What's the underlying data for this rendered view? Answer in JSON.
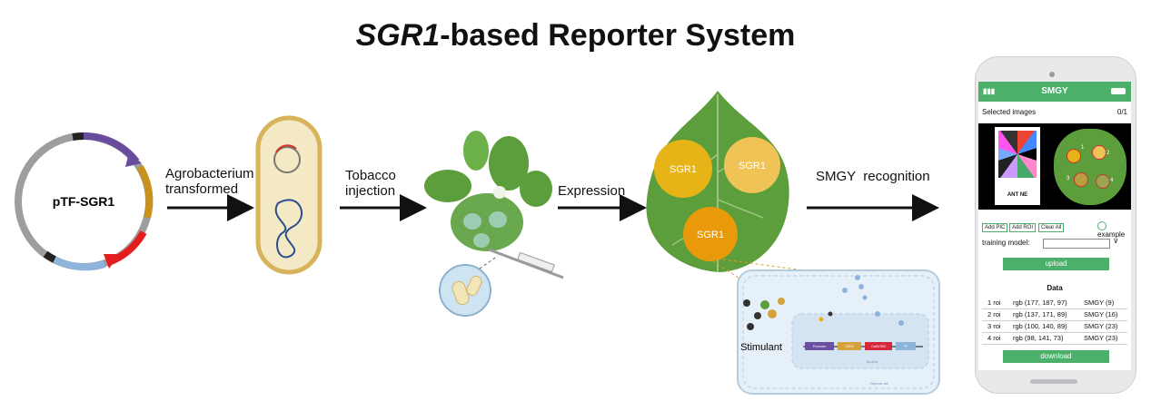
{
  "title": {
    "italic": "SGR1",
    "rest": "-based Reporter System"
  },
  "plasmid": {
    "label": "pTF-SGR1"
  },
  "steps": {
    "step1": "Agrobacterium\ntransformed",
    "step2": "Tobacco\ninjection",
    "step3": "Expression",
    "step4": "SMGY  recognition"
  },
  "leaf_spots": [
    "SGR1",
    "SGR1",
    "SGR1"
  ],
  "inset": {
    "stimulant": "Stimulant",
    "gene_labels": [
      "Promoter",
      "SGR1",
      "CaMV35S",
      "TF"
    ],
    "nucleus": "Nucleus",
    "cell": "Reporter cell"
  },
  "app": {
    "name": "SMGY",
    "selected_label": "Selected images",
    "count": "0/1",
    "card_text": "ANT  NE",
    "roi_numbers": [
      "1",
      "2",
      "3",
      "4"
    ],
    "buttons": {
      "add_pic": "Add PIC",
      "add_roi": "Add ROI",
      "clear_all": "Clear All"
    },
    "example": "example",
    "training_model_label": "training model:",
    "upload": "upload",
    "data_title": "Data",
    "rows": [
      {
        "roi": "1 roi",
        "rgb": "rgb (177, 187, 97)",
        "smgy": "SMGY (9)"
      },
      {
        "roi": "2 roi",
        "rgb": "rgb (137, 171, 89)",
        "smgy": "SMGY (16)"
      },
      {
        "roi": "3 roi",
        "rgb": "rgb (100, 140, 89)",
        "smgy": "SMGY (23)"
      },
      {
        "roi": "4 roi",
        "rgb": "rgb (98, 141, 73)",
        "smgy": "SMGY (23)"
      }
    ],
    "download": "download"
  },
  "colors": {
    "leaf_green": "#5c9e3b",
    "spot_yellow": "#e7b417",
    "spot_orange": "#e89a0b",
    "app_green": "#4caf6a"
  }
}
